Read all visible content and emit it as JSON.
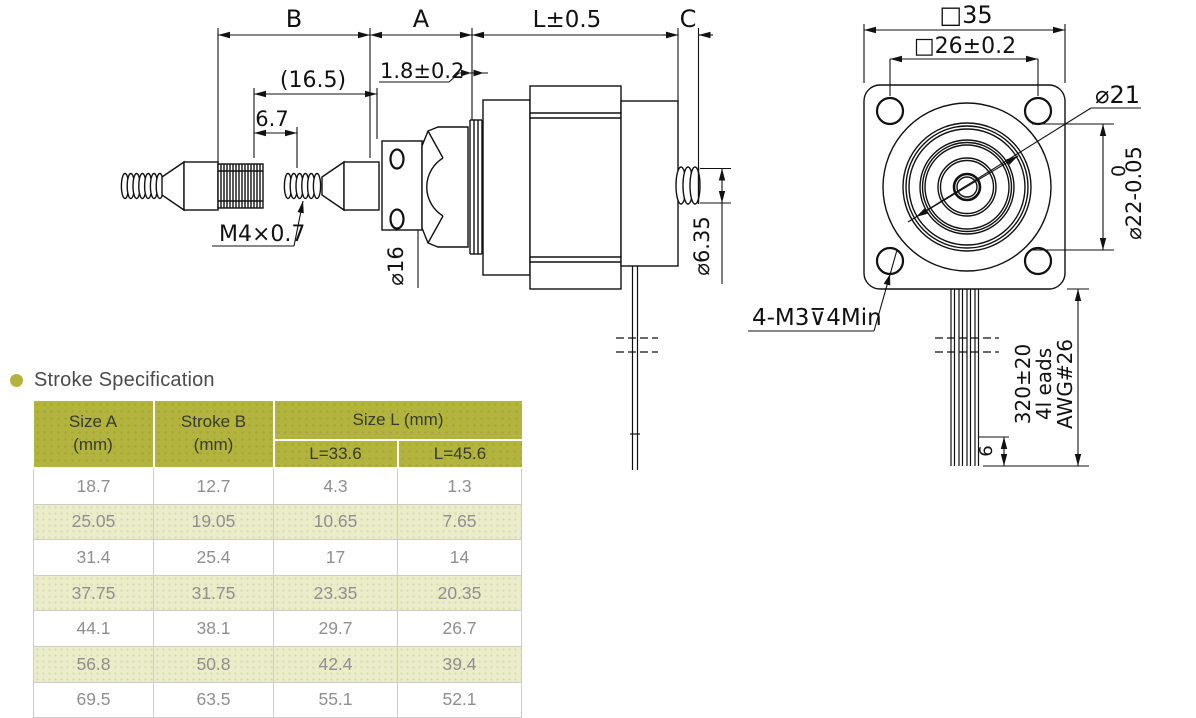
{
  "colors": {
    "line": "#111111",
    "accent_olive": "#b2b43e",
    "row_tint": "#ebecca",
    "table_border": "#cccccc",
    "data_text": "#8f8f8f"
  },
  "side_view": {
    "dim_B": "B",
    "dim_A": "A",
    "dim_L": "L±0.5",
    "dim_C": "C",
    "dim_16_5": "(16.5)",
    "dim_6_7": "6.7",
    "dim_1_8": "1.8±0.2",
    "label_thread": "M4×0.7",
    "label_dia16": "⌀16",
    "label_dia635": "⌀6.35"
  },
  "front_view": {
    "dim_sq35": "□35",
    "dim_sq26": "□26±0.2",
    "label_dia21": "⌀21",
    "label_dia22_tol": "0",
    "label_dia22": "⌀22-0.05",
    "label_tap": "4-M3⊽4Min",
    "label_lead_length": "320±20",
    "label_lead_count": "4l eads",
    "label_lead_gauge": "AWG#26",
    "dim_strip": "6"
  },
  "spec": {
    "title": "Stroke Specification",
    "table": {
      "col_a_label": "Size A",
      "col_a_unit": "(mm)",
      "col_b_label": "Stroke B",
      "col_b_unit": "(mm)",
      "col_l_label": "Size L (mm)",
      "sub_l1": "L=33.6",
      "sub_l2": "L=45.6",
      "rows": [
        [
          "18.7",
          "12.7",
          "4.3",
          "1.3"
        ],
        [
          "25.05",
          "19.05",
          "10.65",
          "7.65"
        ],
        [
          "31.4",
          "25.4",
          "17",
          "14"
        ],
        [
          "37.75",
          "31.75",
          "23.35",
          "20.35"
        ],
        [
          "44.1",
          "38.1",
          "29.7",
          "26.7"
        ],
        [
          "56.8",
          "50.8",
          "42.4",
          "39.4"
        ],
        [
          "69.5",
          "63.5",
          "55.1",
          "52.1"
        ]
      ]
    }
  }
}
